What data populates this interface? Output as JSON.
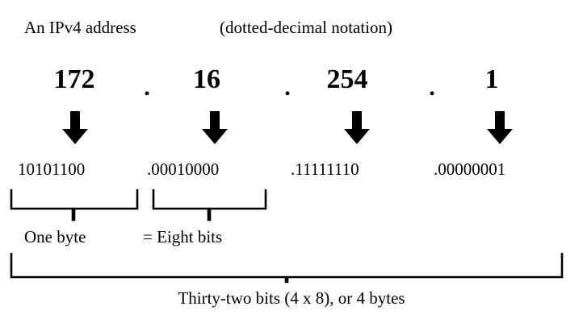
{
  "diagram": {
    "title_left": "An IPv4 address",
    "title_right": "(dotted-decimal notation)",
    "octets_decimal": [
      "172",
      "16",
      "254",
      "1"
    ],
    "separators": [
      ".",
      ".",
      "."
    ],
    "octets_binary": [
      "10101100",
      ".00010000",
      ".11111110",
      ".00000001"
    ],
    "labels": {
      "one_byte": "One byte",
      "eight_bits": "= Eight bits",
      "total": "Thirty-two bits (4 x 8), or 4 bytes"
    },
    "colors": {
      "ink": "#000000",
      "background": "#ffffff"
    }
  }
}
